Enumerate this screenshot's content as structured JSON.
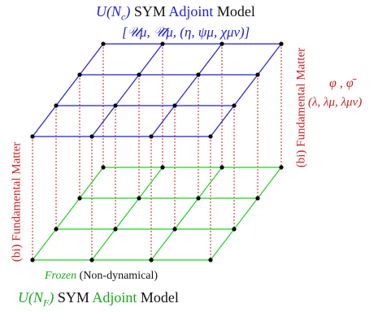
{
  "top_title": {
    "group": "U(N",
    "group_sub": "c",
    "group_close": ")",
    "sym": " SYM ",
    "adjoint": "Adjoint",
    "model": " Model"
  },
  "top_fields": "[𝒰μ, 𝒰̄μ, (η, ψμ, χμν)]",
  "right_fields": {
    "line1": "φ  , φ̄",
    "line2": "(λ, λμ, λμν)"
  },
  "left_vertical": "(bi) Fundamental Matter",
  "right_vertical": "(bi) Fundamental Matter",
  "frozen": {
    "word": "Frozen",
    "rest": " (Non-dynamical)"
  },
  "bottom_title": {
    "group": "U(N",
    "group_sub": "F",
    "group_close": ")",
    "sym": " SYM ",
    "adjoint": "Adjoint",
    "model": " Model"
  },
  "colors": {
    "top_lattice": "#1f1fd6",
    "bottom_lattice": "#22d022",
    "links": "#cc2222",
    "nodes": "#000000"
  },
  "lattice": {
    "sites_per_side": 4
  }
}
